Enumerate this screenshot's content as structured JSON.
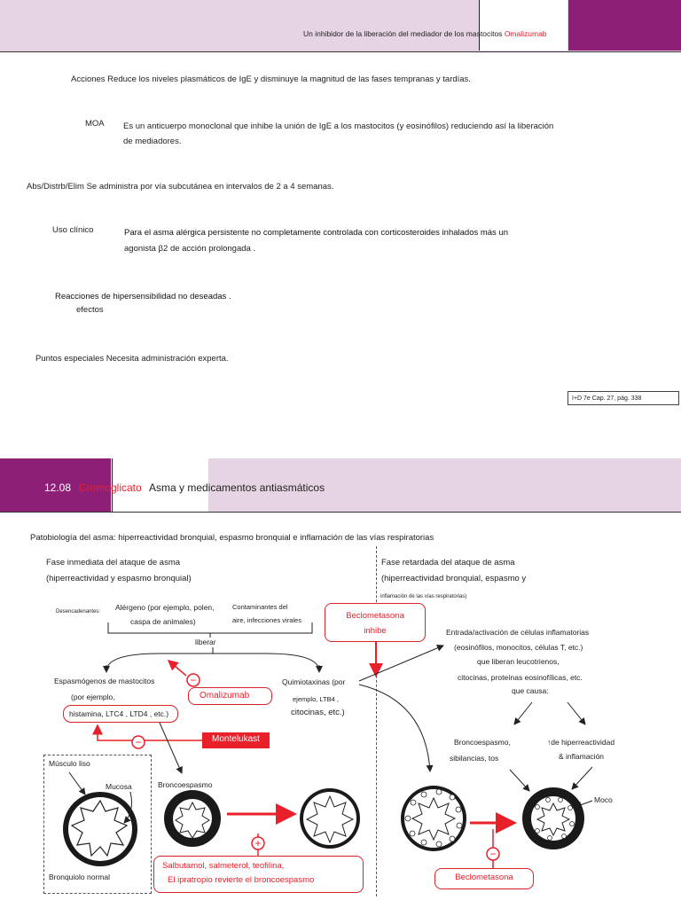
{
  "top_header": {
    "title_prefix": "Un inhibidor de la liberación del mediador de los mastocitos",
    "title_drug": "Omalizumab"
  },
  "drug_card": {
    "acciones": "Acciones Reduce los niveles plasmáticos de IgE y disminuye la magnitud de las fases tempranas y tardías.",
    "moa_label": "MOA",
    "moa_line1": "Es un anticuerpo monoclonal que inhibe la unión de IgE a los mastocitos (y eosinófilos) reduciendo así la liberación",
    "moa_line2": "de mediadores.",
    "abs": "Abs/Distrb/Elim Se administra por vía subcutánea en intervalos de 2 a 4 semanas.",
    "uso_label": "Uso clínico",
    "uso_line1": "Para el asma alérgica persistente no completamente controlada con corticosteroides inhalados más un",
    "uso_line2": "agonista β2 de acción prolongada .",
    "reacciones_line1": "Reacciones de hipersensibilidad no deseadas .",
    "reacciones_line2": "efectos",
    "puntos": "Puntos especiales Necesita administración experta.",
    "reference": "I+D 7e Cap. 27, pág. 338"
  },
  "section_header": {
    "number": "12.08",
    "drug": "Cromoglicato",
    "title": "Asma y medicamentos antiasmáticos"
  },
  "diagram": {
    "heading": "Patobiología del asma: hiperreactividad bronquial, espasmo bronquial e inflamación de las vías respiratorias",
    "left": {
      "phase_line1": "Fase inmediata del ataque de asma",
      "phase_line2": "(hiperreactividad y espasmo bronquial)",
      "triggers_label": "Desencadenantes:",
      "allergen_line1": "Alérgeno (por ejemplo, polen,",
      "allergen_line2": "caspa de animales)",
      "contaminants_line1": "Contaminantes del",
      "contaminants_line2": "aire, infecciones virales",
      "liberar": "liberar",
      "spasmogens_line1": "Espasmógenos de mastocitos",
      "spasmogens_line2": "(por ejemplo,",
      "spasmogens_line3": "histamina, LTC4 , LTD4 , etc.)",
      "chemotaxins_line1": "Quimiotaxinas (por",
      "chemotaxins_line2": "ejemplo, LTB4 ,",
      "chemotaxins_line3": "citocinas, etc.)",
      "omalizumab": "Omalizumab",
      "montelukast": "Montelukast",
      "smooth_muscle": "Músculo liso",
      "mucosa": "Mucosa",
      "normal_bronchiole": "Bronquiolo normal",
      "bronchospasm": "Broncoespasmo",
      "bronchodilators_line1": "Salbutamol, salmeterol, teofilina,",
      "bronchodilators_line2": "El ipratropio revierte el broncoespasmo"
    },
    "right": {
      "phase_line1": "Fase retardada del ataque de asma",
      "phase_line2": "(hiperreactividad bronquial, espasmo y",
      "phase_line3": "inflamación de las vías respiratorias)",
      "beclo_line1": "Beclometasona",
      "beclo_line2": "inhibe",
      "cells_line1": "Entrada/activación de células inflamatorias",
      "cells_line2": "(eosinófilos, monocitos, células T, etc.)",
      "cells_line3": "que liberan leucotrienos,",
      "cells_line4": "citocinas, proteínas eosinofílicas, etc.",
      "cells_line5": "que causa:",
      "bronchospasm_line1": "Broncoespasmo,",
      "bronchospasm_line2": "sibilancias, tos",
      "hyper_line1": "↑de hiperreactividad",
      "hyper_line2": "& inflamación",
      "mucus": "Moco",
      "beclometasona": "Beclometasona"
    },
    "minus_symbol": "−",
    "plus_symbol": "+"
  }
}
